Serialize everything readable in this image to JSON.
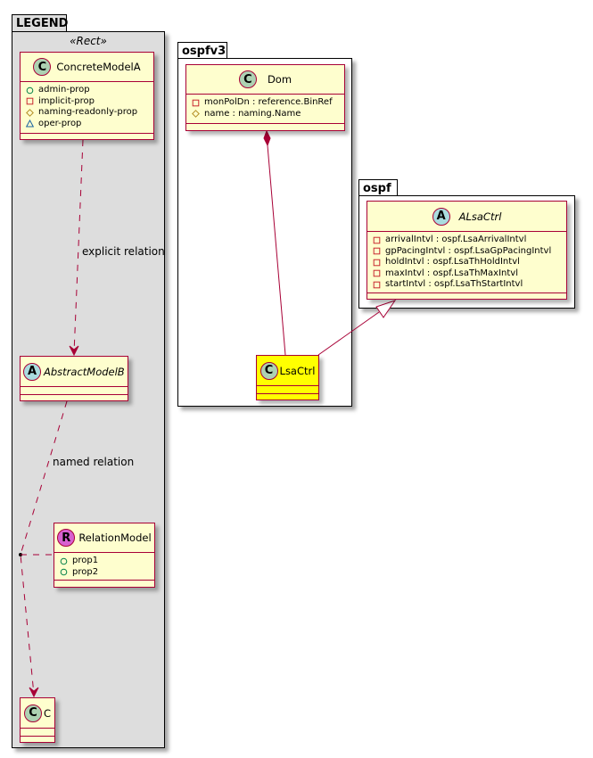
{
  "packages": {
    "legend": {
      "name": "LEGEND",
      "stereotype": "«Rect»"
    },
    "ospfv3": {
      "name": "ospfv3"
    },
    "ospf": {
      "name": "ospf"
    }
  },
  "classes": {
    "concrete_model_a": {
      "name": "ConcreteModelA",
      "badge": "C",
      "attributes": [
        {
          "visibility": "public",
          "text": "admin-prop"
        },
        {
          "visibility": "private",
          "text": "implicit-prop"
        },
        {
          "visibility": "protected",
          "text": "naming-readonly-prop"
        },
        {
          "visibility": "package",
          "text": "oper-prop"
        }
      ]
    },
    "abstract_model_b": {
      "name": "AbstractModelB",
      "badge": "A"
    },
    "relation_model": {
      "name": "RelationModel",
      "badge": "R",
      "attributes": [
        {
          "visibility": "public",
          "text": "prop1"
        },
        {
          "visibility": "public",
          "text": "prop2"
        }
      ]
    },
    "c": {
      "name": "C",
      "badge": "C"
    },
    "dom": {
      "name": "Dom",
      "badge": "C",
      "attributes": [
        {
          "visibility": "private",
          "text": "monPolDn : reference.BinRef"
        },
        {
          "visibility": "protected",
          "text": "name : naming.Name"
        }
      ]
    },
    "lsa_ctrl": {
      "name": "LsaCtrl",
      "badge": "C",
      "highlight_color": "#ffff00"
    },
    "alsa_ctrl": {
      "name": "ALsaCtrl",
      "badge": "A",
      "attributes": [
        {
          "visibility": "private",
          "text": "arrivalIntvl : ospf.LsaArrivalIntvl"
        },
        {
          "visibility": "private",
          "text": "gpPacingIntvl : ospf.LsaGpPacingIntvl"
        },
        {
          "visibility": "private",
          "text": "holdIntvl : ospf.LsaThHoldIntvl"
        },
        {
          "visibility": "private",
          "text": "maxIntvl : ospf.LsaThMaxIntvl"
        },
        {
          "visibility": "private",
          "text": "startIntvl : ospf.LsaThStartIntvl"
        }
      ]
    }
  },
  "relations": {
    "explicit": "explicit relation",
    "named": "named relation"
  },
  "colors": {
    "border": "#a80036",
    "class_fill": "#fefece",
    "legend_fill": "#dddddd",
    "public": "#038048",
    "private": "#c82930",
    "protected": "#b38d22",
    "package": "#1963a0"
  }
}
